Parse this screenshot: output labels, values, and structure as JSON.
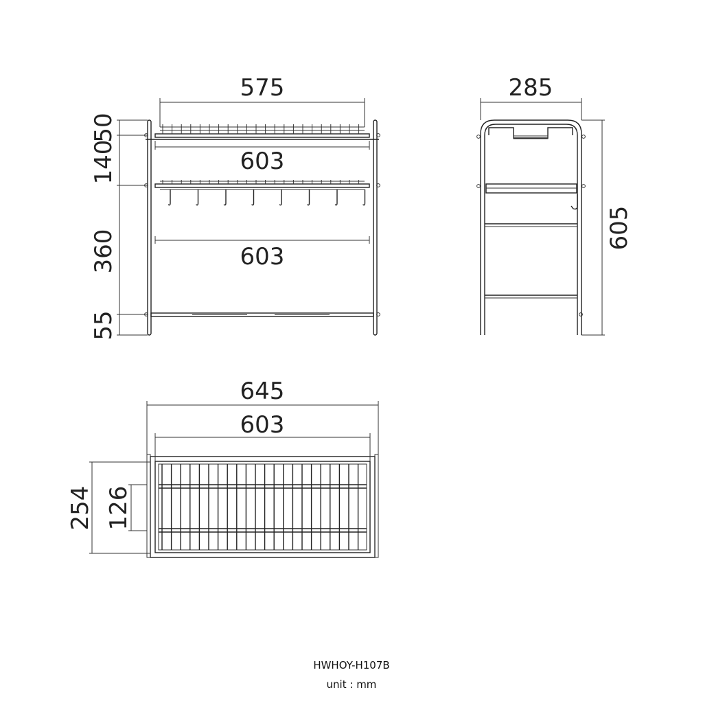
{
  "front_view": {
    "width_top_inner": "575",
    "width_top_shelf": "603",
    "width_middle_shelf": "603",
    "height_top": "50",
    "height_upper": "140",
    "height_middle": "360",
    "height_bottom": "55"
  },
  "side_view": {
    "depth": "285",
    "total_height": "605"
  },
  "top_view": {
    "width_overall": "645",
    "width_shelf": "603",
    "depth_overall": "254",
    "depth_inner": "126"
  },
  "footer": {
    "model": "HWHOY-H107B",
    "unit": "unit : mm"
  }
}
